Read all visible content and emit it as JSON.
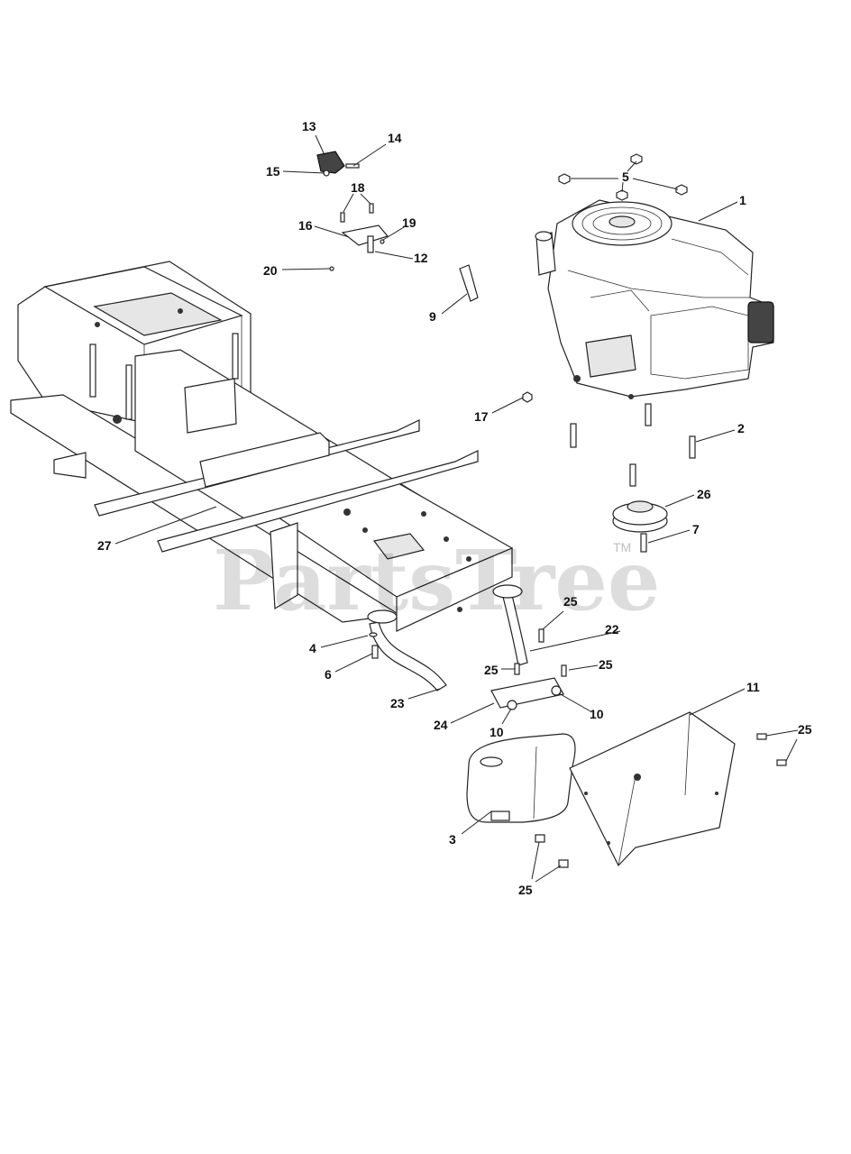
{
  "watermark": {
    "text": "PartsTree",
    "tm": "TM"
  },
  "callouts": [
    {
      "id": "c1",
      "label": "1"
    },
    {
      "id": "c2",
      "label": "2"
    },
    {
      "id": "c3",
      "label": "3"
    },
    {
      "id": "c4",
      "label": "4"
    },
    {
      "id": "c5",
      "label": "5"
    },
    {
      "id": "c6",
      "label": "6"
    },
    {
      "id": "c7",
      "label": "7"
    },
    {
      "id": "c9",
      "label": "9"
    },
    {
      "id": "c10a",
      "label": "10"
    },
    {
      "id": "c10b",
      "label": "10"
    },
    {
      "id": "c11",
      "label": "11"
    },
    {
      "id": "c12",
      "label": "12"
    },
    {
      "id": "c13",
      "label": "13"
    },
    {
      "id": "c14",
      "label": "14"
    },
    {
      "id": "c15",
      "label": "15"
    },
    {
      "id": "c16",
      "label": "16"
    },
    {
      "id": "c17",
      "label": "17"
    },
    {
      "id": "c18",
      "label": "18"
    },
    {
      "id": "c19",
      "label": "19"
    },
    {
      "id": "c20",
      "label": "20"
    },
    {
      "id": "c22",
      "label": "22"
    },
    {
      "id": "c23",
      "label": "23"
    },
    {
      "id": "c24",
      "label": "24"
    },
    {
      "id": "c25a",
      "label": "25"
    },
    {
      "id": "c25b",
      "label": "25"
    },
    {
      "id": "c25c",
      "label": "25"
    },
    {
      "id": "c25d",
      "label": "25"
    },
    {
      "id": "c25e",
      "label": "25"
    },
    {
      "id": "c26",
      "label": "26"
    },
    {
      "id": "c27",
      "label": "27"
    }
  ]
}
